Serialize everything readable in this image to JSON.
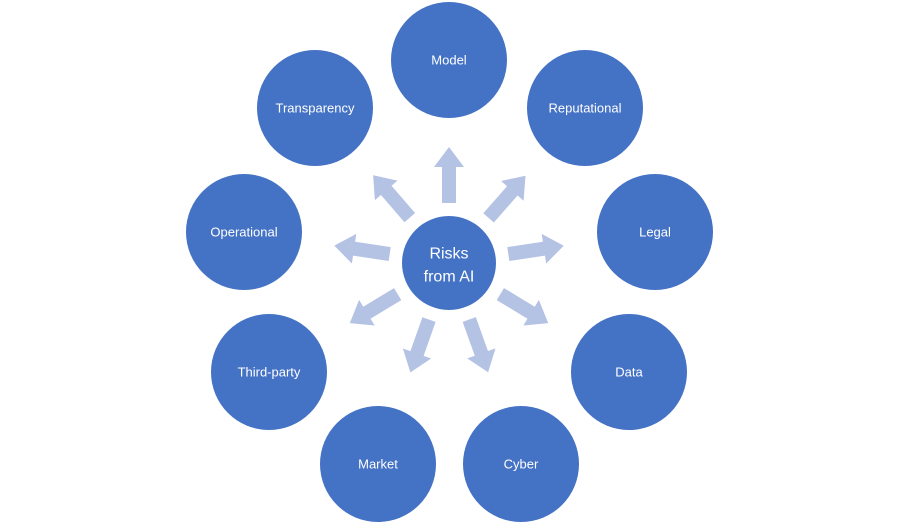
{
  "center": {
    "label_lines": [
      "Risks",
      "from AI"
    ]
  },
  "nodes": [
    {
      "key": "model",
      "label": "Model"
    },
    {
      "key": "reputational",
      "label": "Reputational"
    },
    {
      "key": "legal",
      "label": "Legal"
    },
    {
      "key": "data",
      "label": "Data"
    },
    {
      "key": "cyber",
      "label": "Cyber"
    },
    {
      "key": "market",
      "label": "Market"
    },
    {
      "key": "third-party",
      "label": "Third-party"
    },
    {
      "key": "operational",
      "label": "Operational"
    },
    {
      "key": "transparency",
      "label": "Transparency"
    }
  ],
  "colors": {
    "node": "#4472C4",
    "arrow": "#B4C2E4",
    "text": "#FFFFFF"
  }
}
